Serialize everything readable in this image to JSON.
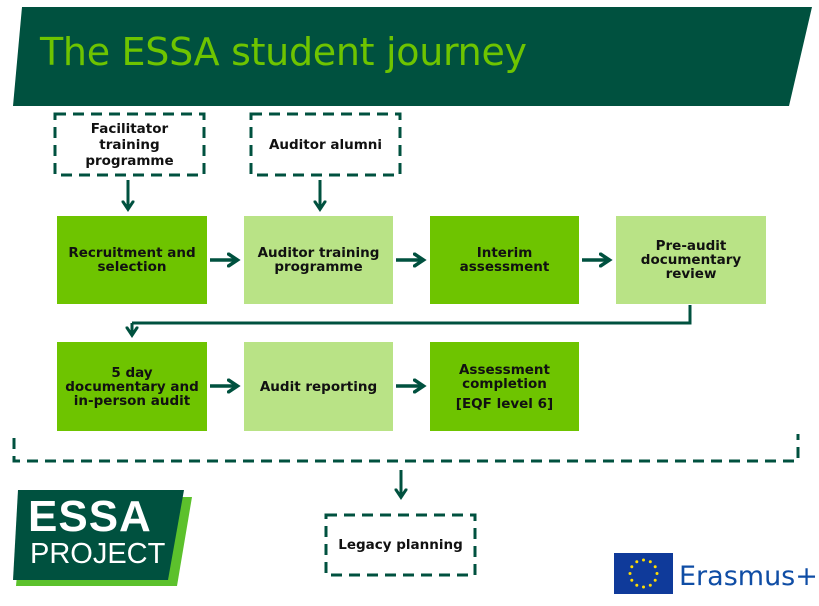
{
  "title": "The ESSA student journey",
  "colors": {
    "dark_green": "#00513F",
    "bright_green": "#6EC400",
    "light_green": "#B9E386",
    "eu_blue": "#0F3A9A",
    "eu_star": "#FFDD00",
    "erasmus_text": "#0F4DA5"
  },
  "inputs": [
    {
      "id": "facilitator",
      "lines": [
        "Facilitator",
        "training",
        "programme"
      ]
    },
    {
      "id": "alumni",
      "lines": [
        "Auditor alumni"
      ]
    }
  ],
  "steps_row1": [
    {
      "id": "recruitment",
      "lines": [
        "Recruitment and",
        "selection"
      ],
      "style": "dark"
    },
    {
      "id": "auditor-training",
      "lines": [
        "Auditor training",
        "programme"
      ],
      "style": "light"
    },
    {
      "id": "interim",
      "lines": [
        "Interim",
        "assessment"
      ],
      "style": "dark"
    },
    {
      "id": "pre-audit",
      "lines": [
        "Pre-audit",
        "documentary",
        "review"
      ],
      "style": "light"
    }
  ],
  "steps_row2": [
    {
      "id": "audit",
      "lines": [
        "5 day",
        "documentary and",
        "in-person audit"
      ],
      "style": "dark"
    },
    {
      "id": "reporting",
      "lines": [
        "Audit reporting"
      ],
      "style": "light"
    },
    {
      "id": "completion",
      "lines": [
        "Assessment",
        "completion"
      ],
      "extra": "[EQF level 6]",
      "style": "dark"
    }
  ],
  "output": {
    "id": "legacy",
    "label": "Legacy planning"
  },
  "logo": {
    "line1": "ESSA",
    "line2": "PROJECT"
  },
  "erasmus": {
    "label": "Erasmus+",
    "flag_icon": "eu-flag-icon"
  }
}
